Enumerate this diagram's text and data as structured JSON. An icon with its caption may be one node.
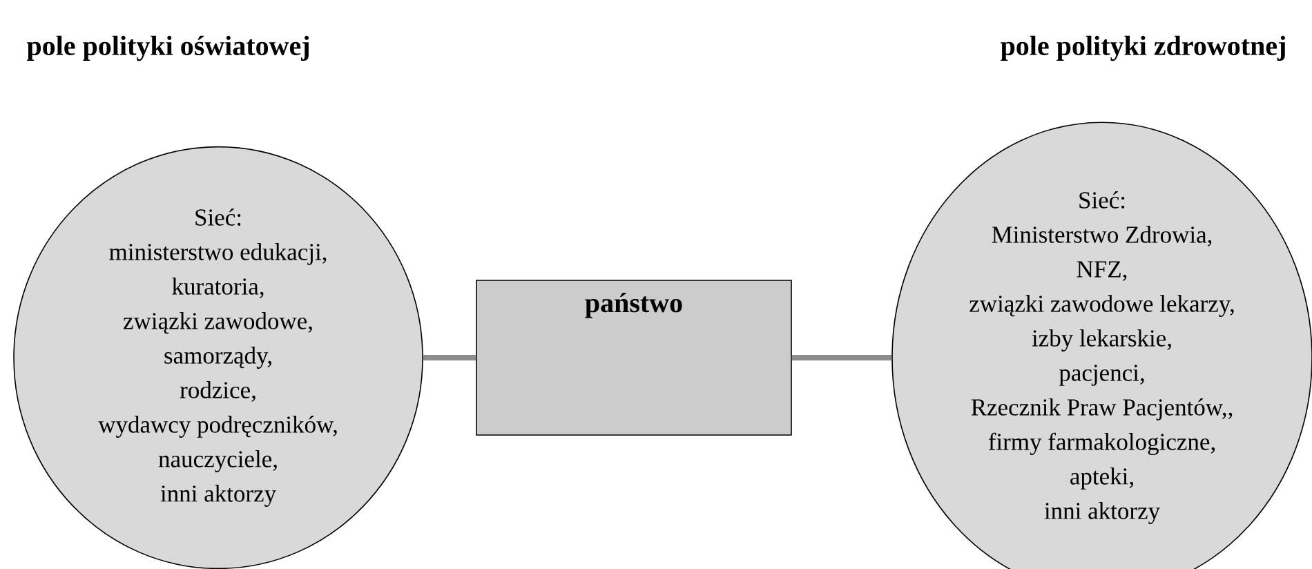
{
  "diagram": {
    "nodes": [
      {
        "text": [
          "Sieć:",
          "ministerstwo edukacji,",
          "kuratoria,",
          "związki zawodowe,",
          "samorządy,",
          "rodzice,",
          "wydawcy podręczników,",
          "nauczyciele,",
          "inni aktorzy"
        ]
      },
      {
        "text": [
          "państwo"
        ]
      },
      {
        "text": [
          "Sieć:",
          "Ministerstwo Zdrowia,",
          "NFZ,",
          "związki zawodowe lekarzy,",
          "izby lekarskie,",
          "pacjenci,",
          "Rzecznik Praw Pacjentów,,",
          "firmy farmakologiczne,",
          "apteki,",
          "inni aktorzy"
        ]
      }
    ],
    "edges": [
      {
        "from": 0,
        "to": 1,
        "arrow": "none"
      },
      {
        "from": 1,
        "to": 2,
        "arrow": "none"
      }
    ],
    "labels": [
      "pole polityki oświatowej",
      "pole polityki zdrowotnej"
    ]
  }
}
